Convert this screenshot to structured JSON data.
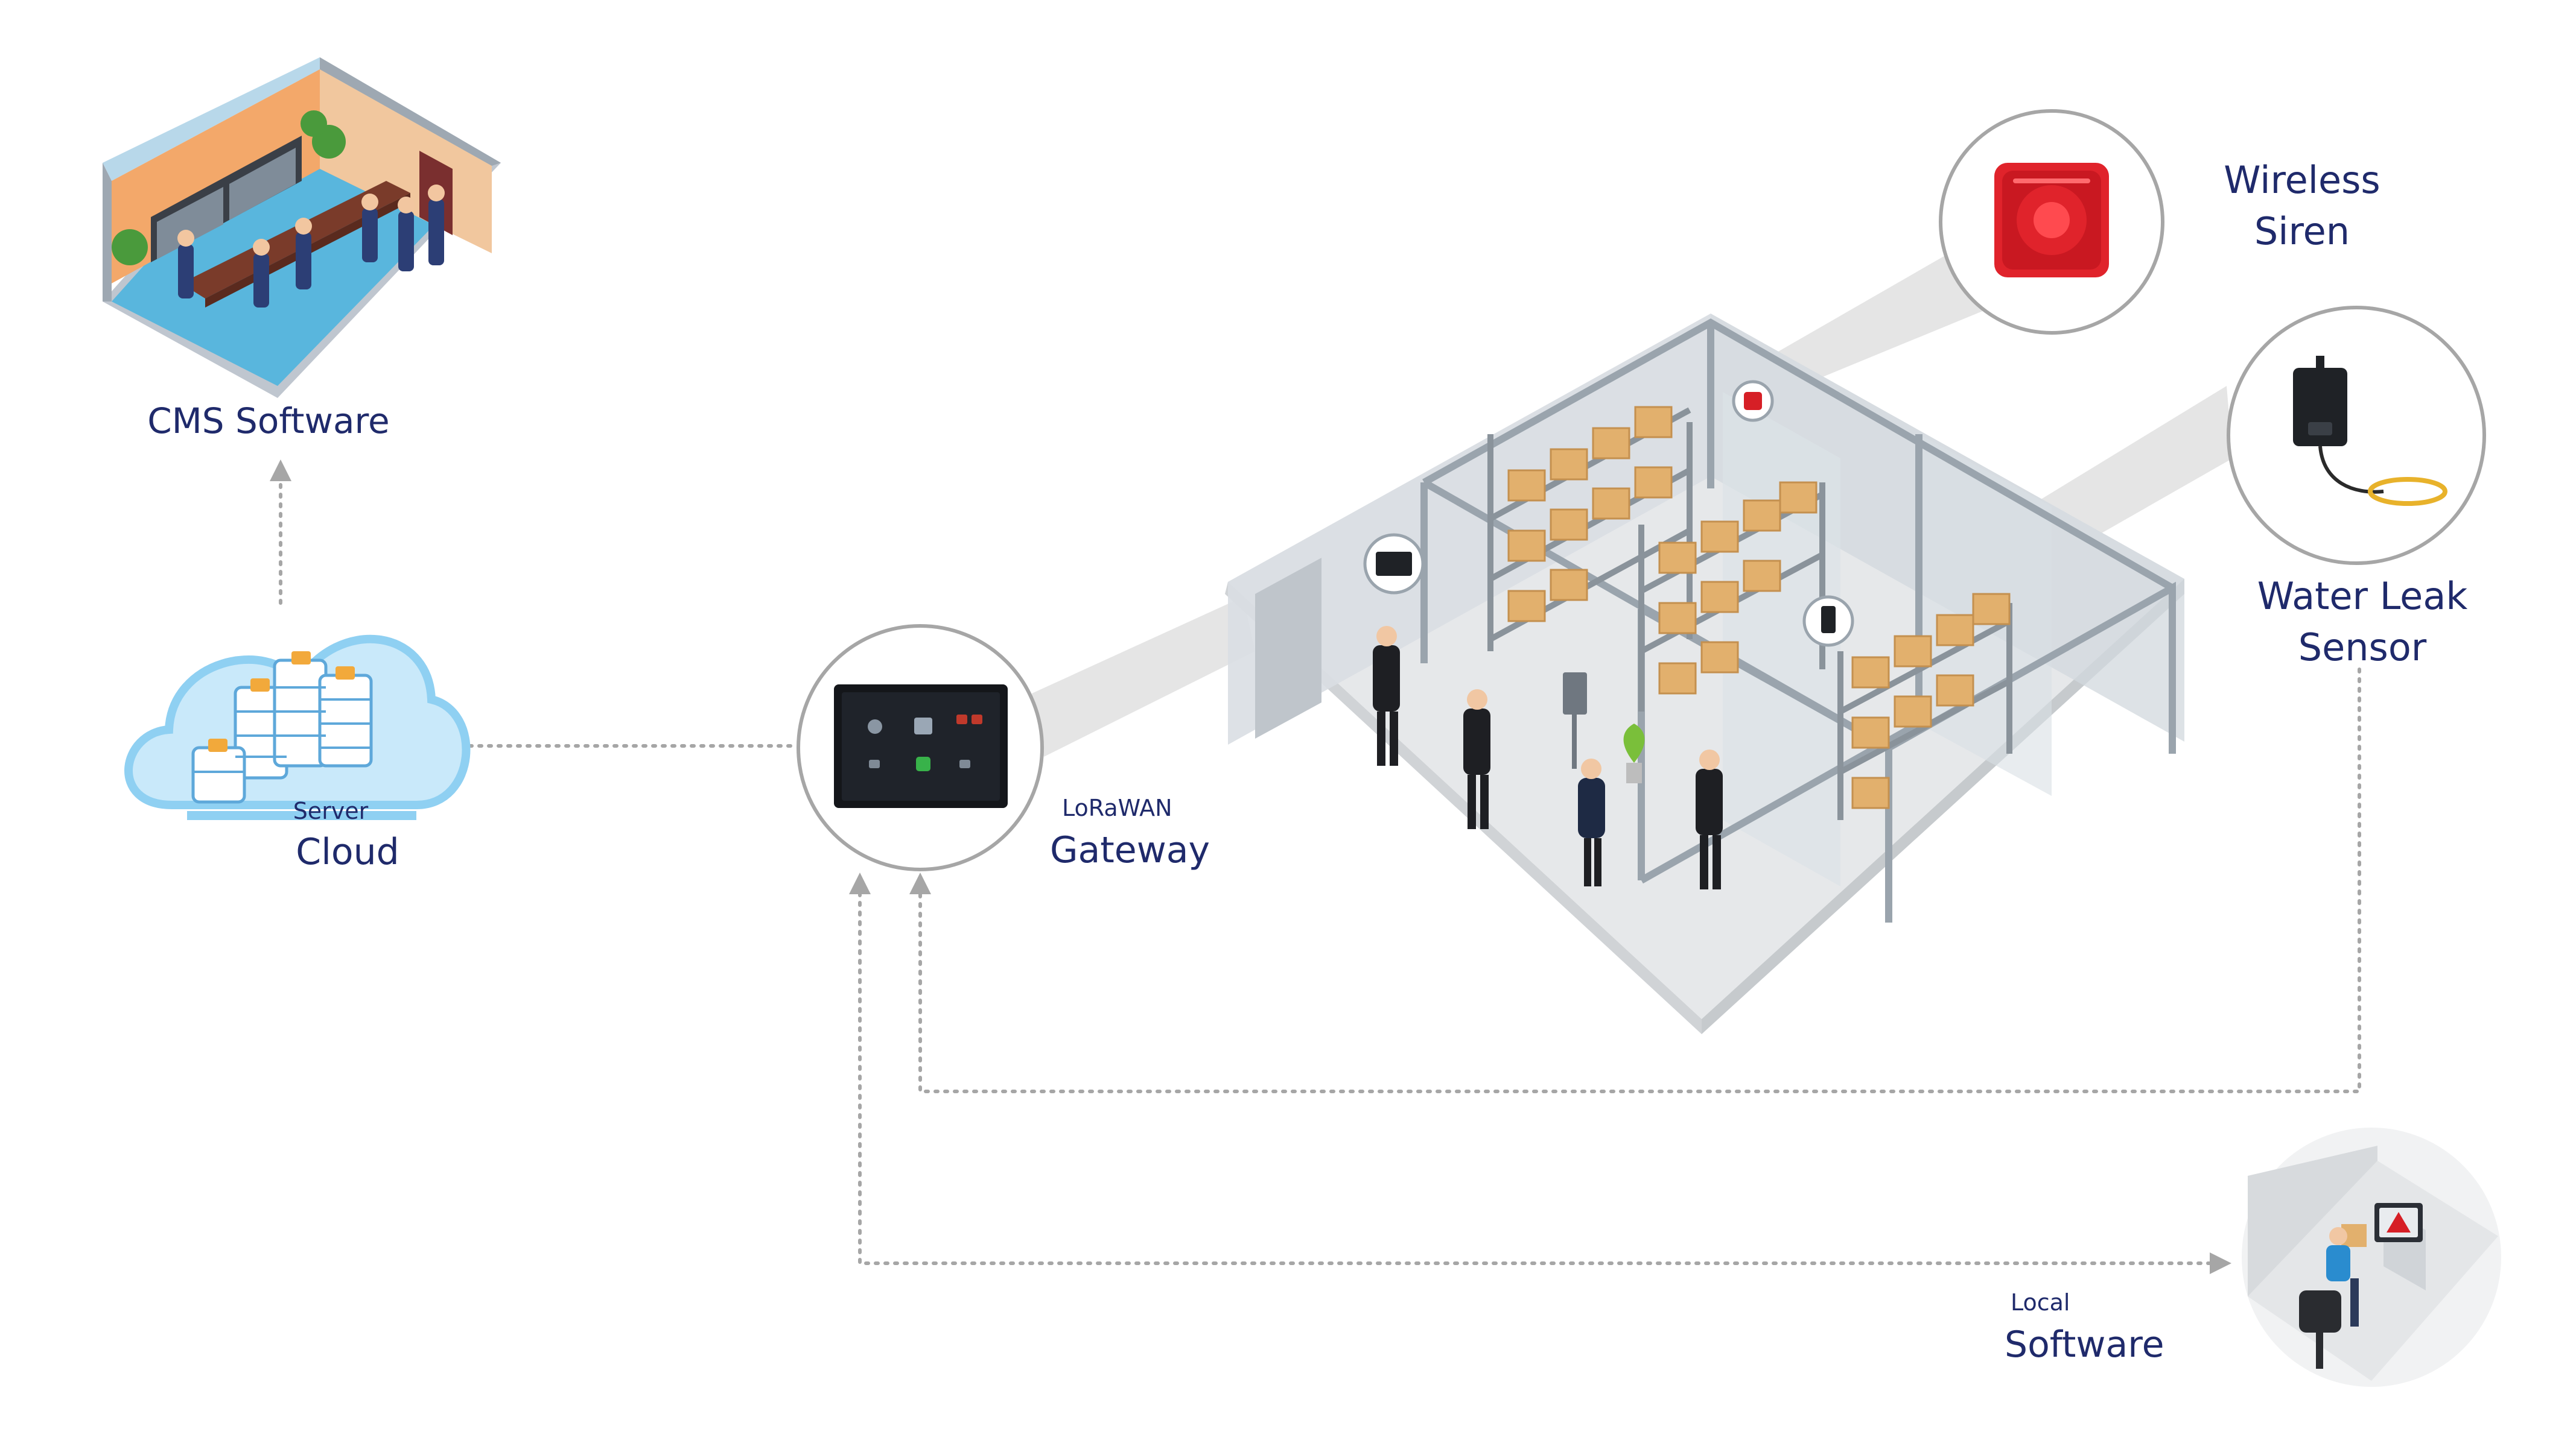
{
  "colors": {
    "label_text": "#1f2a6b",
    "connector": "#a6a6a6",
    "siren_red": "#d61f26",
    "cloud_blue": "#8fd0f2",
    "server_blue": "#3d6fd1",
    "wall_glass": "#d7dde3",
    "floor": "#e3e5e7",
    "box_tan": "#e2b06d"
  },
  "icons": {
    "cms": "control-room-icon",
    "cloud": "cloud-server-icon",
    "gateway": "touchscreen-gateway-icon",
    "siren": "siren-icon",
    "water_leak": "water-leak-sensor-icon",
    "local_software": "workstation-icon",
    "warehouse": "warehouse-icon"
  },
  "labels": {
    "cms_software": "CMS Software",
    "cloud_small": "Server",
    "cloud_large": "Cloud",
    "gateway_small": "LoRaWAN",
    "gateway_large": "Gateway",
    "siren_line1": "Wireless",
    "siren_line2": "Siren",
    "leak_line1": "Water Leak",
    "leak_line2": "Sensor",
    "local_small": "Local",
    "local_large": "Software"
  }
}
